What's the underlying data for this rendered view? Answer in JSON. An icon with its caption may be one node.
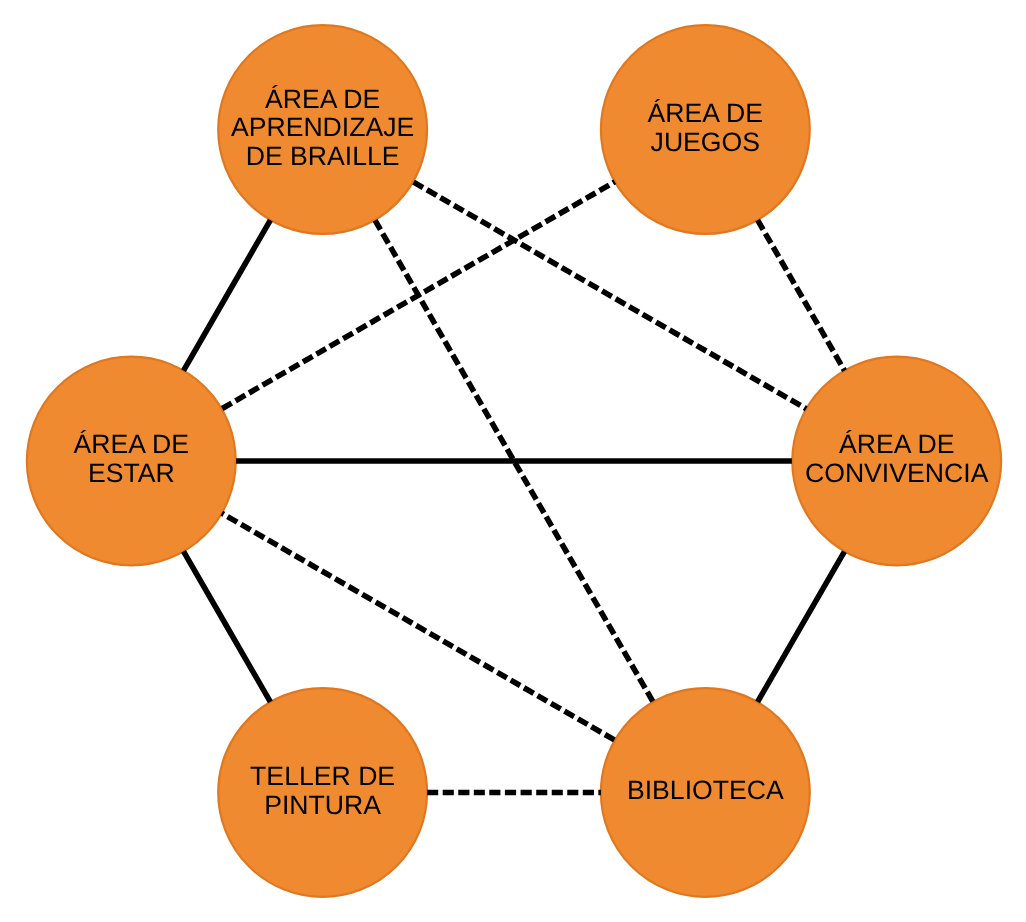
{
  "diagram": {
    "nodes": [
      {
        "text": [
          "ÁREA DE APRENDIZAJE DE BRAILLE"
        ]
      },
      {
        "text": [
          "TELLER DE PINTURA"
        ]
      },
      {
        "text": [
          "ÁREA DE CONVIVENCIA"
        ]
      },
      {
        "text": [
          "BIBLIOTECA"
        ]
      },
      {
        "text": [
          "ÁREA DE JUEGOS"
        ]
      },
      {
        "text": [
          "ÁREA DE ESTAR"
        ]
      }
    ],
    "edges": [
      {
        "from": 0,
        "to": 2,
        "arrow": "none",
        "style": "dashed"
      },
      {
        "from": 0,
        "to": 3,
        "arrow": "none",
        "style": "dashed"
      },
      {
        "from": 1,
        "to": 3,
        "arrow": "none",
        "style": "dashed"
      },
      {
        "from": 3,
        "to": 5,
        "arrow": "none",
        "style": "dashed"
      },
      {
        "from": 5,
        "to": 4,
        "arrow": "none",
        "style": "dashed"
      },
      {
        "from": 4,
        "to": 2,
        "arrow": "none",
        "style": "dashed"
      },
      {
        "from": 0,
        "to": 5,
        "arrow": "none"
      },
      {
        "from": 1,
        "to": 5,
        "arrow": "none"
      },
      {
        "from": 2,
        "to": 3,
        "arrow": "none"
      },
      {
        "from": 2,
        "to": 5,
        "arrow": "none"
      }
    ]
  }
}
